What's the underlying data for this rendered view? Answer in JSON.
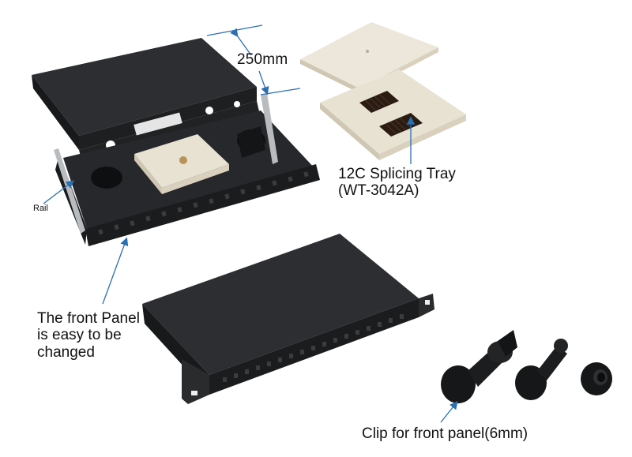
{
  "labels": {
    "dimension": "250mm",
    "splicing_tray_line1": "12C Splicing Tray",
    "splicing_tray_line2": "(WT-3042A)",
    "rail": "Rail",
    "front_panel_line1": "The front Panel",
    "front_panel_line2": "is easy to be",
    "front_panel_line3": "changed",
    "clip": "Clip for front panel(6mm)"
  },
  "colors": {
    "chassis": "#222426",
    "chassis_top": "#2c2e31",
    "chassis_edge": "#111213",
    "tray": "#e8e2d2",
    "tray_shadow": "#cfc7b3",
    "rail": "#b9bcbf",
    "arrow": "#2b6fb3",
    "clip": "#161718"
  }
}
